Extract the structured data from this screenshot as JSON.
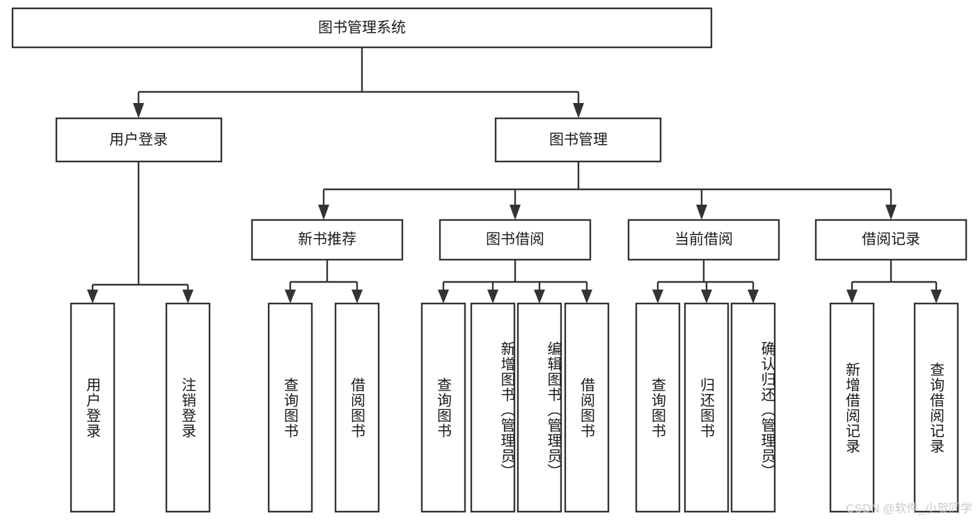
{
  "diagram": {
    "title": "图书管理系统",
    "type": "tree-hierarchy-chart",
    "colors": {
      "stroke": "#333333",
      "fill": "#ffffff",
      "text": "#1a1a1a",
      "watermark": "#c9c9c9"
    },
    "root": {
      "label": "图书管理系统"
    },
    "level2": [
      {
        "label": "用户登录"
      },
      {
        "label": "图书管理"
      }
    ],
    "level3": [
      {
        "label": "新书推荐"
      },
      {
        "label": "图书借阅"
      },
      {
        "label": "当前借阅"
      },
      {
        "label": "借阅记录"
      }
    ],
    "leaves": [
      {
        "label": "用户登录"
      },
      {
        "label": "注销登录"
      },
      {
        "label": "查询图书"
      },
      {
        "label": "借阅图书"
      },
      {
        "label": "查询图书"
      },
      {
        "label": "新增图书（管理员）"
      },
      {
        "label": "编辑图书（管理员）"
      },
      {
        "label": "借阅图书"
      },
      {
        "label": "查询图书"
      },
      {
        "label": "归还图书"
      },
      {
        "label": "确认归还（管理员）"
      },
      {
        "label": "新增借阅记录"
      },
      {
        "label": "查询借阅记录"
      }
    ],
    "watermark": "CSDN @软件_小贺同学"
  },
  "chart_data": {
    "type": "diagram",
    "title": "图书管理系统",
    "nodes": [
      {
        "id": "root",
        "label": "图书管理系统",
        "level": 0
      },
      {
        "id": "n-user-login",
        "label": "用户登录",
        "level": 1
      },
      {
        "id": "n-book-mgmt",
        "label": "图书管理",
        "level": 1
      },
      {
        "id": "n-new-book-rec",
        "label": "新书推荐",
        "level": 2
      },
      {
        "id": "n-book-borrow",
        "label": "图书借阅",
        "level": 2
      },
      {
        "id": "n-current-borrow",
        "label": "当前借阅",
        "level": 2
      },
      {
        "id": "n-borrow-record",
        "label": "借阅记录",
        "level": 2
      },
      {
        "id": "l-user-login",
        "label": "用户登录",
        "level": 3
      },
      {
        "id": "l-logout",
        "label": "注销登录",
        "level": 3
      },
      {
        "id": "l-query-book-1",
        "label": "查询图书",
        "level": 3
      },
      {
        "id": "l-borrow-book-1",
        "label": "借阅图书",
        "level": 3
      },
      {
        "id": "l-query-book-2",
        "label": "查询图书",
        "level": 3
      },
      {
        "id": "l-add-book",
        "label": "新增图书（管理员）",
        "level": 3
      },
      {
        "id": "l-edit-book",
        "label": "编辑图书（管理员）",
        "level": 3
      },
      {
        "id": "l-borrow-book-2",
        "label": "借阅图书",
        "level": 3
      },
      {
        "id": "l-query-book-3",
        "label": "查询图书",
        "level": 3
      },
      {
        "id": "l-return-book",
        "label": "归还图书",
        "level": 3
      },
      {
        "id": "l-confirm-return",
        "label": "确认归还（管理员）",
        "level": 3
      },
      {
        "id": "l-add-record",
        "label": "新增借阅记录",
        "level": 3
      },
      {
        "id": "l-query-record",
        "label": "查询借阅记录",
        "level": 3
      }
    ],
    "edges": [
      {
        "from": "root",
        "to": "n-user-login"
      },
      {
        "from": "root",
        "to": "n-book-mgmt"
      },
      {
        "from": "n-user-login",
        "to": "l-user-login"
      },
      {
        "from": "n-user-login",
        "to": "l-logout"
      },
      {
        "from": "n-book-mgmt",
        "to": "n-new-book-rec"
      },
      {
        "from": "n-book-mgmt",
        "to": "n-book-borrow"
      },
      {
        "from": "n-book-mgmt",
        "to": "n-current-borrow"
      },
      {
        "from": "n-book-mgmt",
        "to": "n-borrow-record"
      },
      {
        "from": "n-new-book-rec",
        "to": "l-query-book-1"
      },
      {
        "from": "n-new-book-rec",
        "to": "l-borrow-book-1"
      },
      {
        "from": "n-book-borrow",
        "to": "l-query-book-2"
      },
      {
        "from": "n-book-borrow",
        "to": "l-add-book"
      },
      {
        "from": "n-book-borrow",
        "to": "l-edit-book"
      },
      {
        "from": "n-book-borrow",
        "to": "l-borrow-book-2"
      },
      {
        "from": "n-current-borrow",
        "to": "l-query-book-3"
      },
      {
        "from": "n-current-borrow",
        "to": "l-return-book"
      },
      {
        "from": "n-current-borrow",
        "to": "l-confirm-return"
      },
      {
        "from": "n-borrow-record",
        "to": "l-add-record"
      },
      {
        "from": "n-borrow-record",
        "to": "l-query-record"
      }
    ]
  }
}
